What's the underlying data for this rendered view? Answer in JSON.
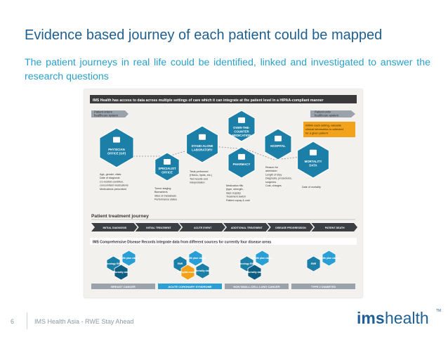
{
  "slide": {
    "title": "Evidence based journey  of each patient could be mapped",
    "subtitle": "The patient journeys in real life could be identified, linked and investigated to answer the research questions"
  },
  "infographic": {
    "header": "IMS Health has access to data across multiple settings of care which it can integrate at the patient level in a HIPAA-compliant manner",
    "enters": [
      "Patient enters",
      "healthcare system"
    ],
    "exits": [
      "Patient exits",
      "healthcare system"
    ],
    "callout": [
      "Within each setting, valuable",
      "clinical information is collected",
      "for a given patient"
    ],
    "hexagons": [
      {
        "label": [
          "PHYSICIAN",
          "OFFICE (GP)"
        ]
      },
      {
        "label": [
          "SPECIALIST",
          "OFFICE"
        ]
      },
      {
        "label": [
          "STAND-ALONE",
          "LABORATORY"
        ]
      },
      {
        "label": [
          "OVER-THE-",
          "COUNTER",
          "MEDICATION"
        ]
      },
      {
        "label": [
          "PHARMACY"
        ]
      },
      {
        "label": [
          "HOSPITAL"
        ]
      },
      {
        "label": [
          "MORTALITY",
          "DATA"
        ]
      }
    ],
    "info_lists": {
      "gp": [
        "Age, gender, vitals",
        "Date of diagnosis",
        "Co-morbid condition,",
        "concomitant medications",
        "Medications prescribed"
      ],
      "specialist": [
        "Tumor staging",
        "Biomarkers",
        "Sites of metastasis",
        "Performance status"
      ],
      "lab": [
        "Tests performed",
        "(HbA1c, lipids, etc.)",
        "Test results and",
        "interpretation"
      ],
      "pharmacy": [
        "Medication fills",
        "(type, strength,",
        "days supply)",
        "Treatment switch",
        "Patient copay & cost"
      ],
      "hospital": [
        "Reason for",
        "admission",
        "Length of stay",
        "Diagnosis, procedures,",
        "surgeries",
        "Cost, charges"
      ],
      "mortality": [
        "Date of mortality"
      ]
    },
    "journey_title": "Patient treatment journey",
    "journey_steps": [
      "INITIAL DIAGNOSIS",
      "INITIAL TREATMENT",
      "ACUTE EVENT",
      "ADDITIONAL TREATMENT",
      "DISEASE PROGRESSION",
      "PATIENT DEATH"
    ],
    "records_title": "IMS Comprehensive Disease Records integrate data from different sources for currently four disease areas",
    "disease_areas": [
      {
        "name": "BREAST CANCER",
        "hexes": [
          "Oncology EMR",
          "Health plan claims",
          "Mortality data"
        ]
      },
      {
        "name": "ACUTE CORONARY SYNDROME",
        "hexes": [
          "EMR",
          "Health plan claims",
          "Hospital records",
          "Mortality data"
        ]
      },
      {
        "name": "NON SMALL-CELL LUNG CANCER",
        "hexes": [
          "Oncology EMR",
          "Health plan claims",
          "Mortality data"
        ]
      },
      {
        "name": "TYPE 2 DIABETES",
        "hexes": [
          "EMR",
          "Health plan claims"
        ]
      }
    ],
    "colors": {
      "teal": "#1b7fa8",
      "dark_teal": "#0f5e82",
      "orange": "#f2a31b",
      "highlight_blue": "#2a9fd6",
      "dark": "#3a3a3a"
    }
  },
  "footer": {
    "page_number": "6",
    "text": "IMS Health Asia - RWE Stay Ahead"
  },
  "logo": {
    "ims": "ims",
    "health": "health",
    "tm": "TM"
  }
}
